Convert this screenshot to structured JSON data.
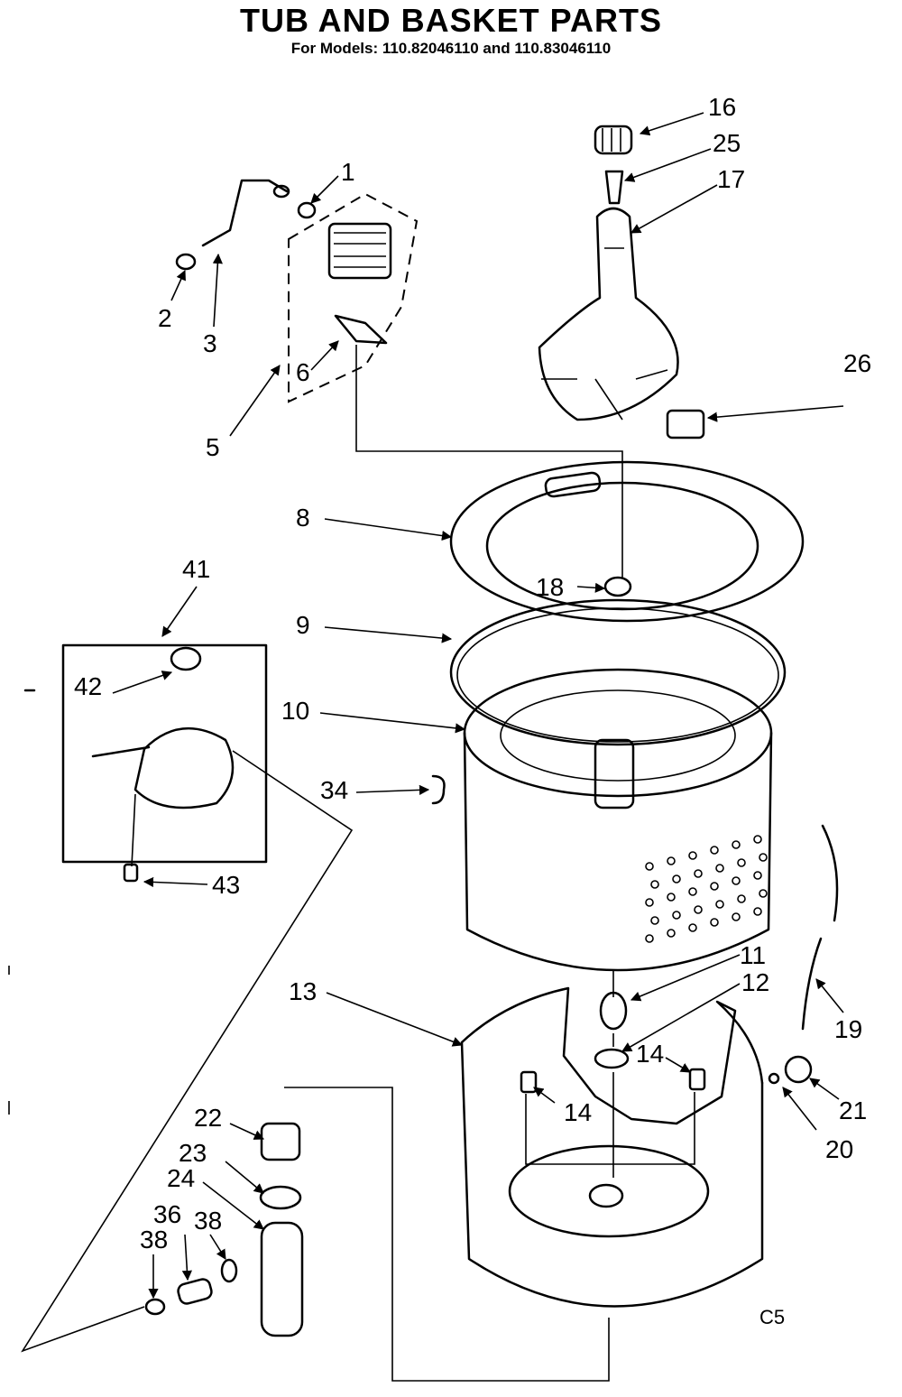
{
  "title": "TUB AND BASKET PARTS",
  "subtitle": "For Models: 110.82046110 and 110.83046110",
  "corner_code": "C5",
  "callouts": {
    "c1": "1",
    "c2": "2",
    "c3": "3",
    "c5": "5",
    "c6": "6",
    "c8": "8",
    "c9": "9",
    "c10": "10",
    "c11": "11",
    "c12": "12",
    "c13": "13",
    "c14a": "14",
    "c14b": "14",
    "c16": "16",
    "c17": "17",
    "c18": "18",
    "c19": "19",
    "c20": "20",
    "c21": "21",
    "c22": "22",
    "c23": "23",
    "c24": "24",
    "c25": "25",
    "c26": "26",
    "c34": "34",
    "c36": "36",
    "c38a": "38",
    "c38b": "38",
    "c41": "41",
    "c42": "42",
    "c43": "43"
  }
}
